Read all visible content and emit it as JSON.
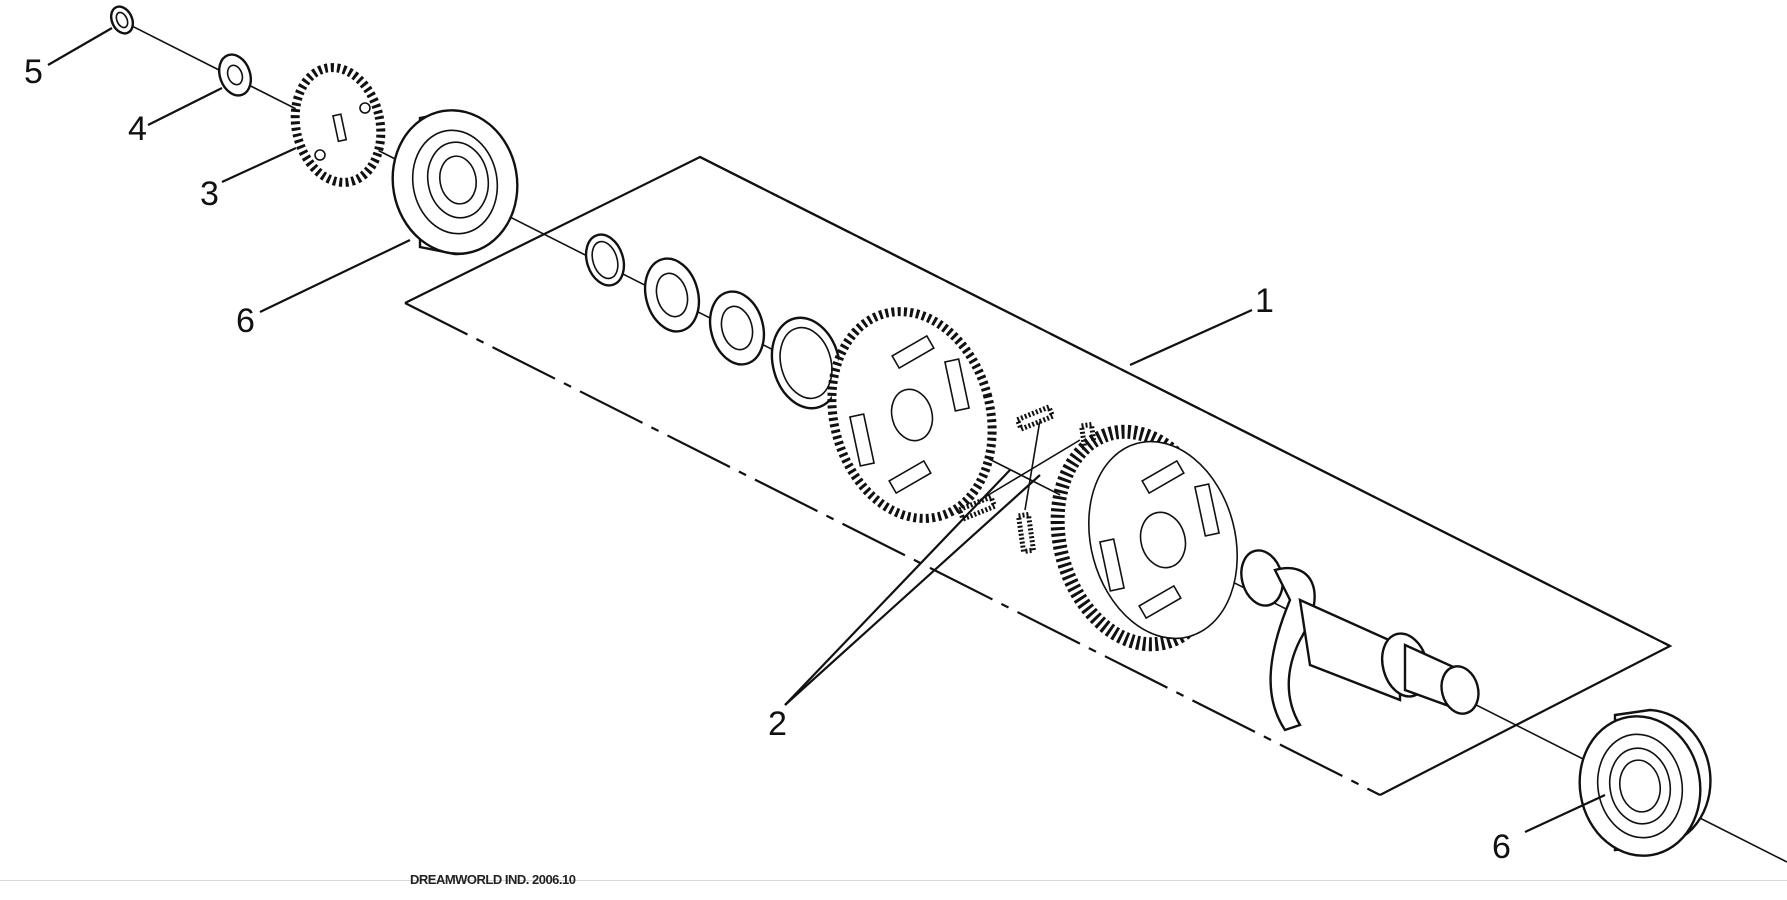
{
  "callouts": {
    "c1": "1",
    "c2": "2",
    "c3": "3",
    "c4": "4",
    "c5": "5",
    "c6_top": "6",
    "c6_bottom": "6"
  },
  "footer": {
    "text": "DREAMWORLD IND. 2006.10"
  }
}
